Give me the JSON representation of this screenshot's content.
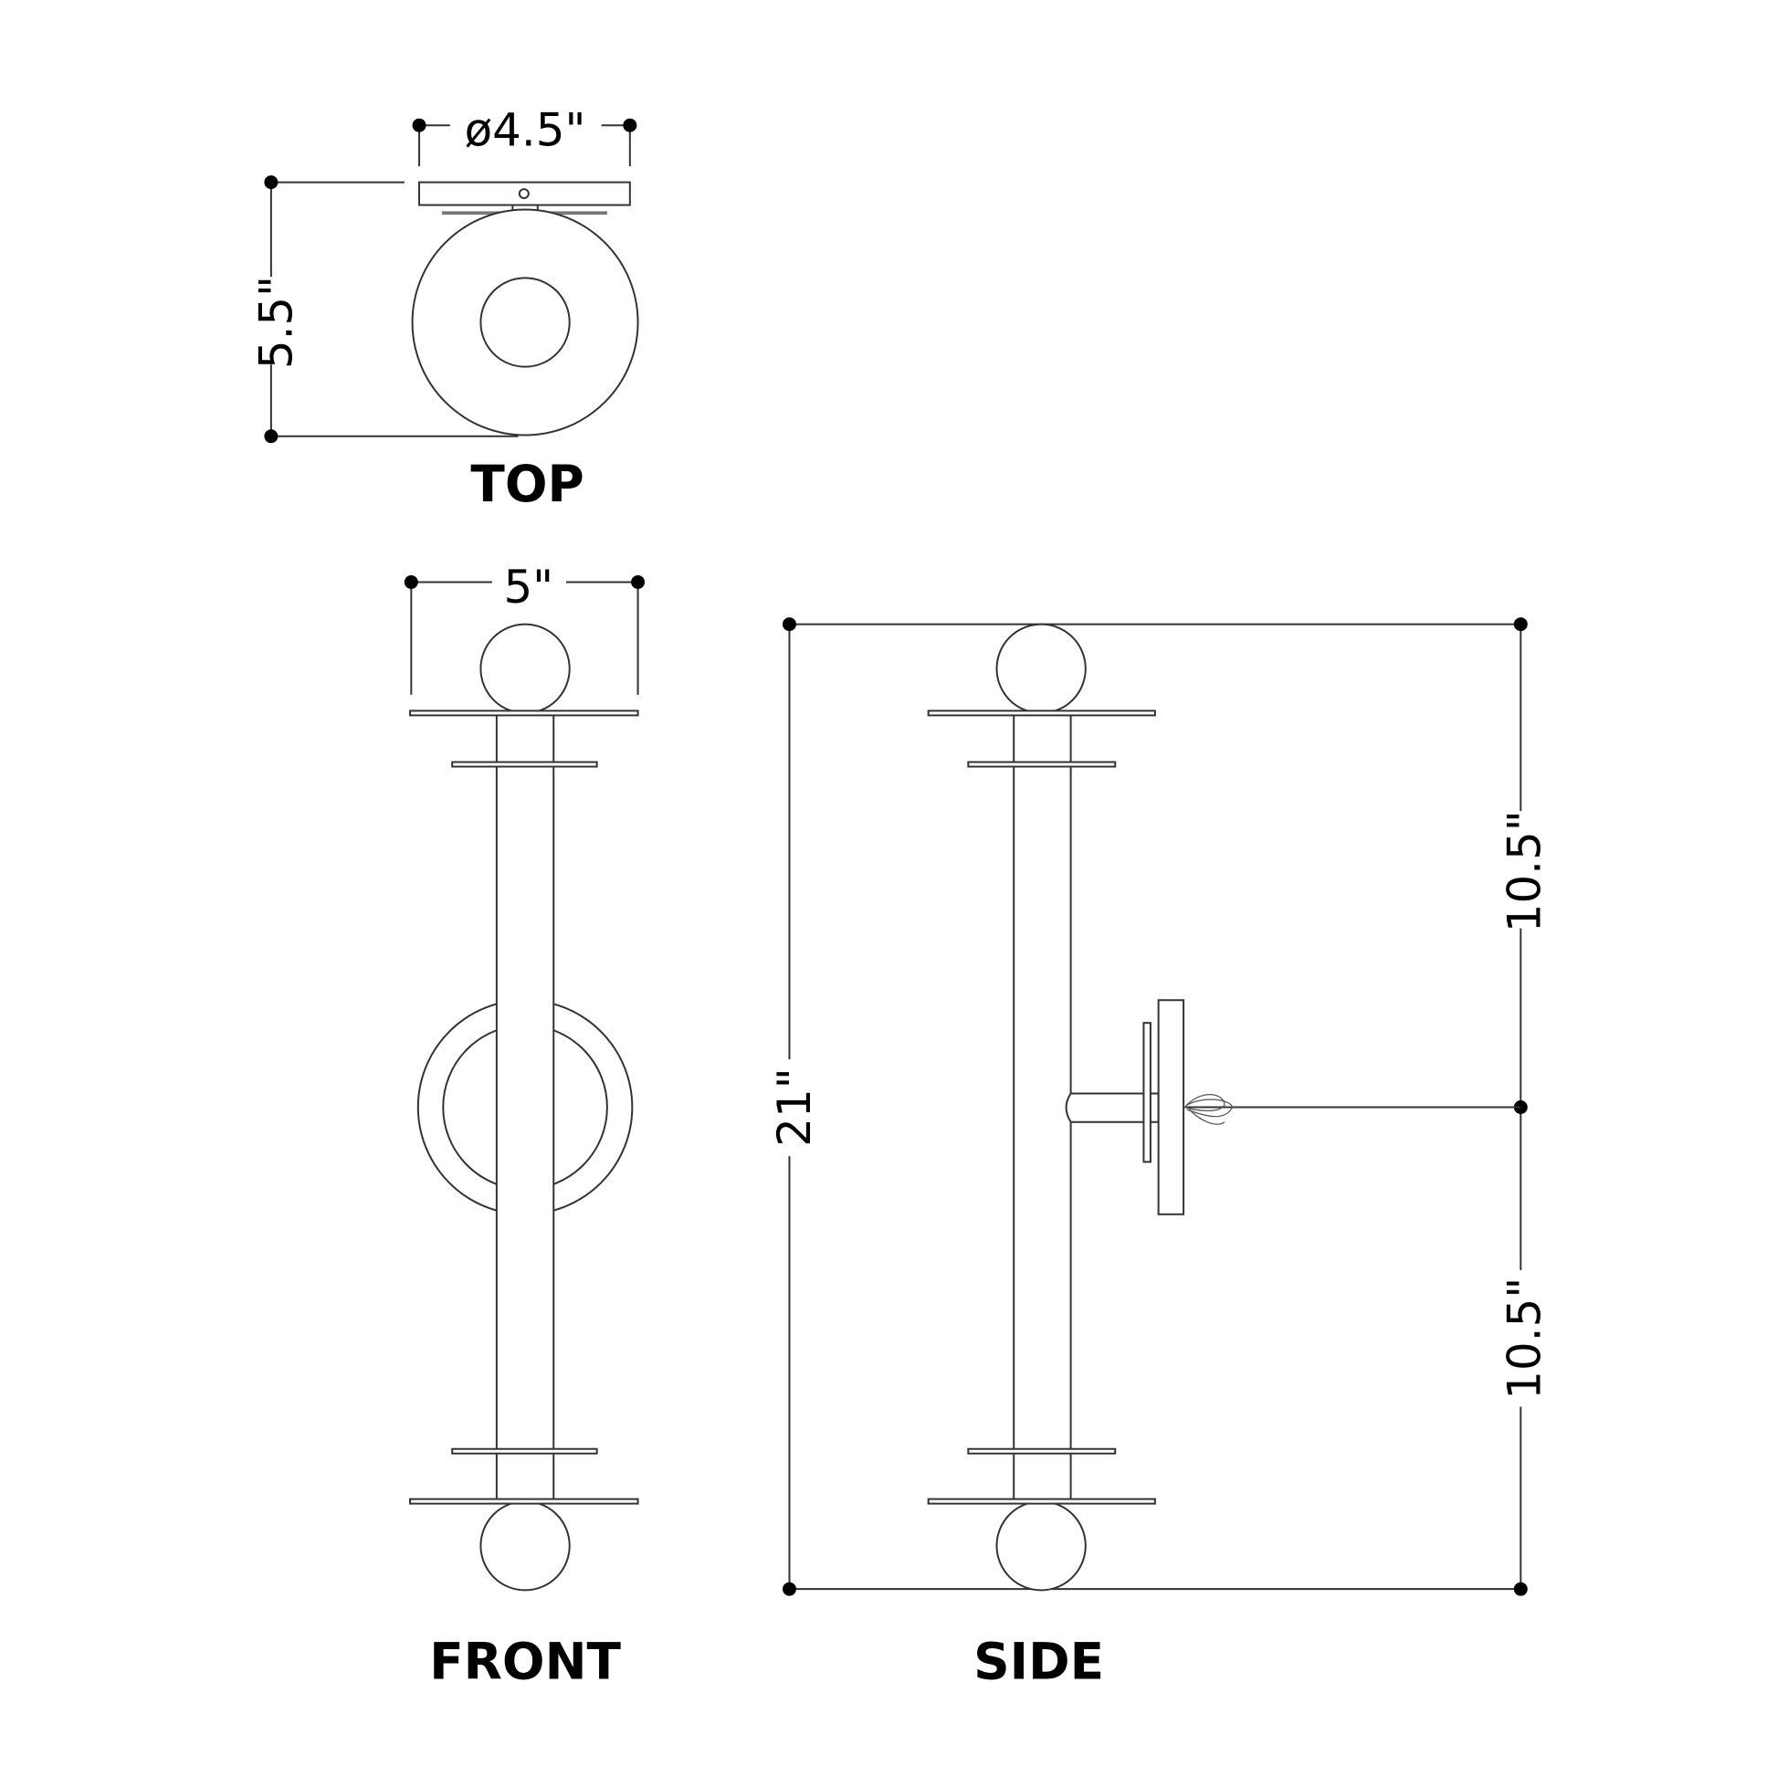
{
  "views": {
    "top": {
      "label": "TOP",
      "diameter": "ø4.5\"",
      "depth": "5.5\""
    },
    "front": {
      "label": "FRONT",
      "width": "5\""
    },
    "side": {
      "label": "SIDE",
      "height": "21\"",
      "upper_half": "10.5\"",
      "lower_half": "10.5\""
    }
  }
}
